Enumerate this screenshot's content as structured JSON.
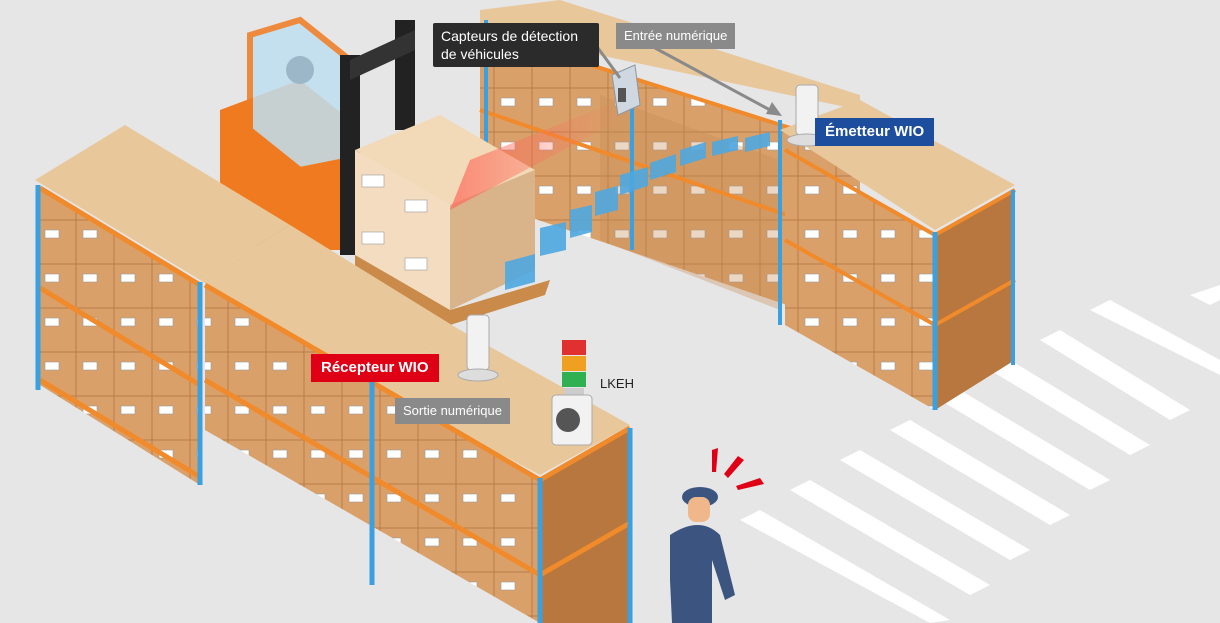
{
  "labels": {
    "sensors": "Capteurs de détection\nde véhicules",
    "digital_input": "Entrée numérique",
    "transmitter": "Émetteur WIO",
    "receiver": "Récepteur WIO",
    "digital_output": "Sortie numérique",
    "signal_tower": "LKEH"
  },
  "colors": {
    "background": "#e6e6e6",
    "shelf_frame": "#f08a2a",
    "shelf_post_blue": "#3aa0e0",
    "box": "#d9a06a",
    "transmitter_label": "#1d4e9e",
    "receiver_label": "#e00016",
    "wireless_signal": "#4fa8e0",
    "alert": "#e00016"
  },
  "icons": [
    "forklift-icon",
    "worker-icon",
    "signal-tower-icon",
    "wio-unit-icon",
    "alert-marks-icon"
  ]
}
